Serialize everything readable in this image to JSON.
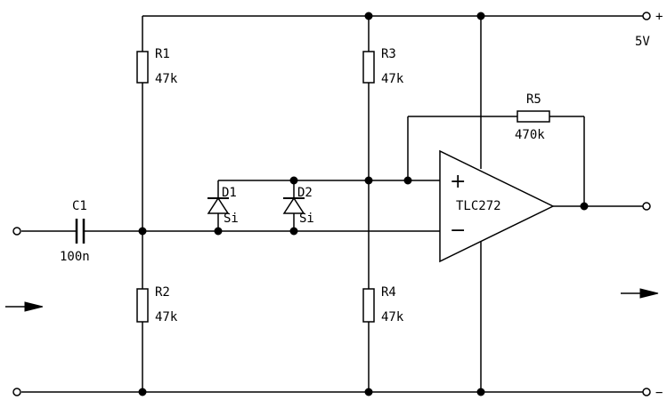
{
  "supply": {
    "plus_sign": "+",
    "minus_sign": "−",
    "voltage": "5V"
  },
  "components": {
    "R1": {
      "ref": "R1",
      "value": "47k"
    },
    "R2": {
      "ref": "R2",
      "value": "47k"
    },
    "R3": {
      "ref": "R3",
      "value": "47k"
    },
    "R4": {
      "ref": "R4",
      "value": "47k"
    },
    "R5": {
      "ref": "R5",
      "value": "470k"
    },
    "C1": {
      "ref": "C1",
      "value": "100n"
    },
    "D1": {
      "ref": "D1",
      "type": "Si"
    },
    "D2": {
      "ref": "D2",
      "type": "Si"
    },
    "U1": {
      "part": "TLC272",
      "noninv_sign": "+",
      "inv_sign": "−"
    }
  },
  "signal_flow": {
    "input_arrow": "arrow-right-icon",
    "output_arrow": "arrow-right-icon"
  }
}
